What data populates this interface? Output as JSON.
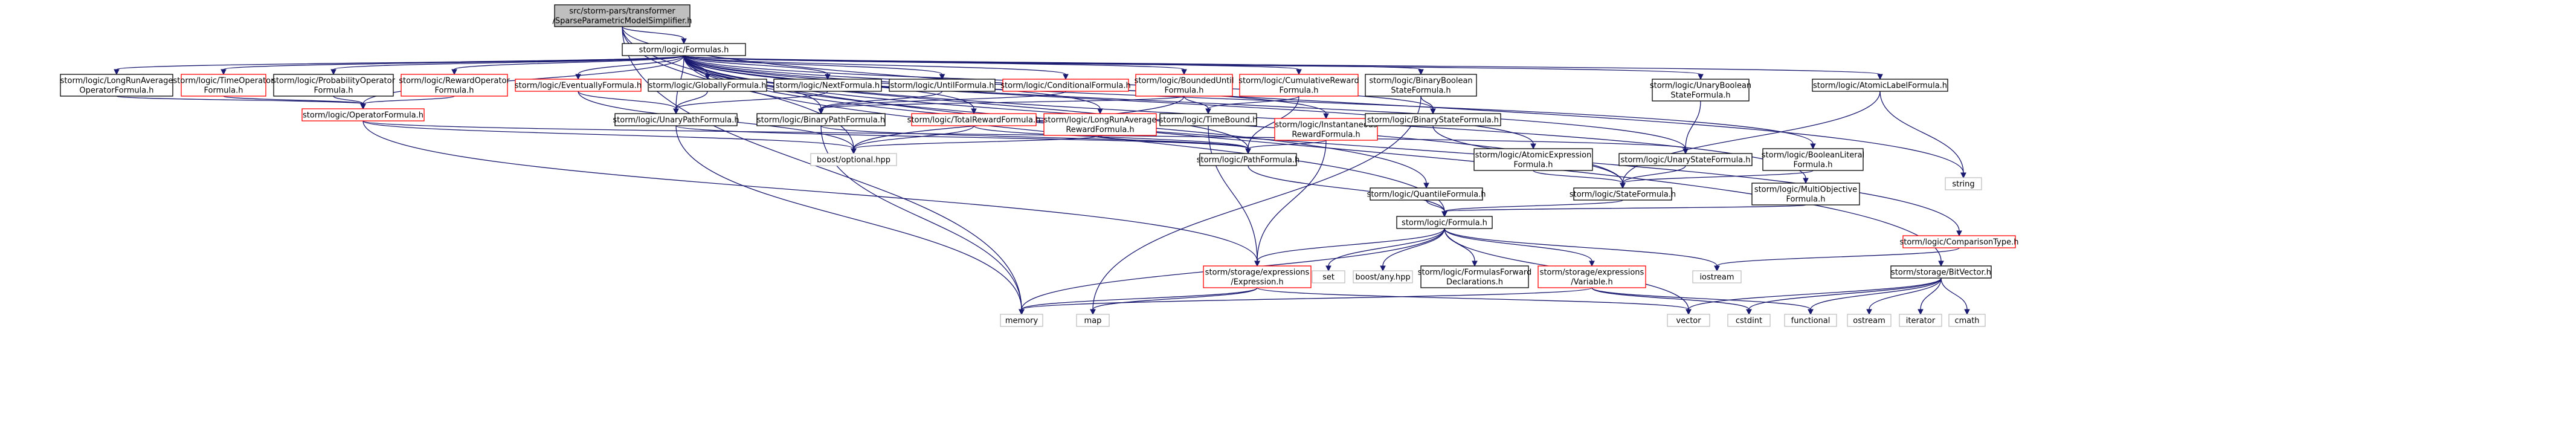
{
  "colors": {
    "root_fill": "#bfbfbf",
    "node_stroke_default": "#000000",
    "node_stroke_truncated": "#ff0000",
    "node_stroke_external": "#bfbfbf",
    "edge": "#191970"
  },
  "nodes": [
    {
      "id": "root",
      "label": [
        "src/storm-pars/transformer",
        "/SparseParametricModelSimplifier.h"
      ],
      "kind": "root"
    },
    {
      "id": "formulas",
      "label": [
        "storm/logic/Formulas.h"
      ],
      "kind": "normal"
    },
    {
      "id": "lra_op",
      "label": [
        "storm/logic/LongRunAverage",
        "OperatorFormula.h"
      ],
      "kind": "normal"
    },
    {
      "id": "time_op",
      "label": [
        "storm/logic/TimeOperator",
        "Formula.h"
      ],
      "kind": "truncated"
    },
    {
      "id": "prob_op",
      "label": [
        "storm/logic/ProbabilityOperator",
        "Formula.h"
      ],
      "kind": "normal"
    },
    {
      "id": "reward_op",
      "label": [
        "storm/logic/RewardOperator",
        "Formula.h"
      ],
      "kind": "truncated"
    },
    {
      "id": "eventually",
      "label": [
        "storm/logic/EventuallyFormula.h"
      ],
      "kind": "truncated"
    },
    {
      "id": "globally",
      "label": [
        "storm/logic/GloballyFormula.h"
      ],
      "kind": "normal"
    },
    {
      "id": "next",
      "label": [
        "storm/logic/NextFormula.h"
      ],
      "kind": "normal"
    },
    {
      "id": "until",
      "label": [
        "storm/logic/UntilFormula.h"
      ],
      "kind": "normal"
    },
    {
      "id": "conditional",
      "label": [
        "storm/logic/ConditionalFormula.h"
      ],
      "kind": "truncated"
    },
    {
      "id": "bounded_until",
      "label": [
        "storm/logic/BoundedUntil",
        "Formula.h"
      ],
      "kind": "truncated"
    },
    {
      "id": "cumulative",
      "label": [
        "storm/logic/CumulativeReward",
        "Formula.h"
      ],
      "kind": "truncated"
    },
    {
      "id": "binbool",
      "label": [
        "storm/logic/BinaryBoolean",
        "StateFormula.h"
      ],
      "kind": "normal"
    },
    {
      "id": "unbool",
      "label": [
        "storm/logic/UnaryBoolean",
        "StateFormula.h"
      ],
      "kind": "normal"
    },
    {
      "id": "atomic_label",
      "label": [
        "storm/logic/AtomicLabelFormula.h"
      ],
      "kind": "normal"
    },
    {
      "id": "operator",
      "label": [
        "storm/logic/OperatorFormula.h"
      ],
      "kind": "truncated"
    },
    {
      "id": "unary_path",
      "label": [
        "storm/logic/UnaryPathFormula.h"
      ],
      "kind": "normal"
    },
    {
      "id": "binary_path",
      "label": [
        "storm/logic/BinaryPathFormula.h"
      ],
      "kind": "normal"
    },
    {
      "id": "total_reward",
      "label": [
        "storm/logic/TotalRewardFormula.h"
      ],
      "kind": "truncated"
    },
    {
      "id": "lra_reward",
      "label": [
        "storm/logic/LongRunAverage",
        "RewardFormula.h"
      ],
      "kind": "truncated"
    },
    {
      "id": "timebound",
      "label": [
        "storm/logic/TimeBound.h"
      ],
      "kind": "normal"
    },
    {
      "id": "instantaneous",
      "label": [
        "storm/logic/Instantaneous",
        "RewardFormula.h"
      ],
      "kind": "truncated"
    },
    {
      "id": "binary_state",
      "label": [
        "storm/logic/BinaryStateFormula.h"
      ],
      "kind": "normal"
    },
    {
      "id": "optional",
      "label": [
        "boost/optional.hpp"
      ],
      "kind": "external"
    },
    {
      "id": "path",
      "label": [
        "storm/logic/PathFormula.h"
      ],
      "kind": "normal"
    },
    {
      "id": "atomic_expr",
      "label": [
        "storm/logic/AtomicExpression",
        "Formula.h"
      ],
      "kind": "normal"
    },
    {
      "id": "unary_state",
      "label": [
        "storm/logic/UnaryStateFormula.h"
      ],
      "kind": "normal"
    },
    {
      "id": "boolean_literal",
      "label": [
        "storm/logic/BooleanLiteral",
        "Formula.h"
      ],
      "kind": "normal"
    },
    {
      "id": "quantile",
      "label": [
        "storm/logic/QuantileFormula.h"
      ],
      "kind": "normal"
    },
    {
      "id": "state",
      "label": [
        "storm/logic/StateFormula.h"
      ],
      "kind": "normal"
    },
    {
      "id": "multiobjective",
      "label": [
        "storm/logic/MultiObjective",
        "Formula.h"
      ],
      "kind": "normal"
    },
    {
      "id": "string",
      "label": [
        "string"
      ],
      "kind": "external"
    },
    {
      "id": "formula",
      "label": [
        "storm/logic/Formula.h"
      ],
      "kind": "normal"
    },
    {
      "id": "comparison",
      "label": [
        "storm/logic/ComparisonType.h"
      ],
      "kind": "truncated"
    },
    {
      "id": "expression",
      "label": [
        "storm/storage/expressions",
        "/Expression.h"
      ],
      "kind": "truncated"
    },
    {
      "id": "set",
      "label": [
        "set"
      ],
      "kind": "external"
    },
    {
      "id": "boost_any",
      "label": [
        "boost/any.hpp"
      ],
      "kind": "external"
    },
    {
      "id": "fwd_decl",
      "label": [
        "storm/logic/FormulasForward",
        "Declarations.h"
      ],
      "kind": "normal"
    },
    {
      "id": "variable",
      "label": [
        "storm/storage/expressions",
        "/Variable.h"
      ],
      "kind": "truncated"
    },
    {
      "id": "iostream",
      "label": [
        "iostream"
      ],
      "kind": "external"
    },
    {
      "id": "bitvector",
      "label": [
        "storm/storage/BitVector.h"
      ],
      "kind": "normal"
    },
    {
      "id": "memory",
      "label": [
        "memory"
      ],
      "kind": "external"
    },
    {
      "id": "map",
      "label": [
        "map"
      ],
      "kind": "external"
    },
    {
      "id": "vector",
      "label": [
        "vector"
      ],
      "kind": "external"
    },
    {
      "id": "cstdint",
      "label": [
        "cstdint"
      ],
      "kind": "external"
    },
    {
      "id": "functional",
      "label": [
        "functional"
      ],
      "kind": "external"
    },
    {
      "id": "ostream",
      "label": [
        "ostream"
      ],
      "kind": "external"
    },
    {
      "id": "iterator",
      "label": [
        "iterator"
      ],
      "kind": "external"
    },
    {
      "id": "cmath",
      "label": [
        "cmath"
      ],
      "kind": "external"
    }
  ],
  "edges": [
    [
      "root",
      "formulas"
    ],
    [
      "root",
      "optional"
    ],
    [
      "root",
      "string"
    ],
    [
      "root",
      "bitvector"
    ],
    [
      "root",
      "memory"
    ],
    [
      "formulas",
      "lra_op"
    ],
    [
      "formulas",
      "time_op"
    ],
    [
      "formulas",
      "prob_op"
    ],
    [
      "formulas",
      "reward_op"
    ],
    [
      "formulas",
      "eventually"
    ],
    [
      "formulas",
      "globally"
    ],
    [
      "formulas",
      "next"
    ],
    [
      "formulas",
      "until"
    ],
    [
      "formulas",
      "conditional"
    ],
    [
      "formulas",
      "bounded_until"
    ],
    [
      "formulas",
      "cumulative"
    ],
    [
      "formulas",
      "binbool"
    ],
    [
      "formulas",
      "unbool"
    ],
    [
      "formulas",
      "atomic_label"
    ],
    [
      "formulas",
      "operator"
    ],
    [
      "formulas",
      "unary_path"
    ],
    [
      "formulas",
      "binary_path"
    ],
    [
      "formulas",
      "total_reward"
    ],
    [
      "formulas",
      "lra_reward"
    ],
    [
      "formulas",
      "instantaneous"
    ],
    [
      "formulas",
      "binary_state"
    ],
    [
      "formulas",
      "path"
    ],
    [
      "formulas",
      "atomic_expr"
    ],
    [
      "formulas",
      "unary_state"
    ],
    [
      "formulas",
      "boolean_literal"
    ],
    [
      "formulas",
      "quantile"
    ],
    [
      "formulas",
      "state"
    ],
    [
      "formulas",
      "multiobjective"
    ],
    [
      "formulas",
      "formula"
    ],
    [
      "formulas",
      "comparison"
    ],
    [
      "lra_op",
      "operator"
    ],
    [
      "time_op",
      "operator"
    ],
    [
      "prob_op",
      "operator"
    ],
    [
      "reward_op",
      "operator"
    ],
    [
      "operator",
      "optional"
    ],
    [
      "operator",
      "unary_state"
    ],
    [
      "operator",
      "expression"
    ],
    [
      "eventually",
      "unary_path"
    ],
    [
      "eventually",
      "optional"
    ],
    [
      "globally",
      "unary_path"
    ],
    [
      "next",
      "unary_path"
    ],
    [
      "unary_path",
      "path"
    ],
    [
      "unary_path",
      "memory"
    ],
    [
      "until",
      "binary_path"
    ],
    [
      "conditional",
      "binary_path"
    ],
    [
      "bounded_until",
      "binary_path"
    ],
    [
      "bounded_until",
      "timebound"
    ],
    [
      "bounded_until",
      "optional"
    ],
    [
      "binary_path",
      "path"
    ],
    [
      "binary_path",
      "memory"
    ],
    [
      "cumulative",
      "path"
    ],
    [
      "cumulative",
      "timebound"
    ],
    [
      "total_reward",
      "path"
    ],
    [
      "total_reward",
      "optional"
    ],
    [
      "lra_reward",
      "path"
    ],
    [
      "lra_reward",
      "optional"
    ],
    [
      "timebound",
      "expression"
    ],
    [
      "instantaneous",
      "path"
    ],
    [
      "instantaneous",
      "expression"
    ],
    [
      "binbool",
      "binary_state"
    ],
    [
      "binbool",
      "map"
    ],
    [
      "binary_state",
      "state"
    ],
    [
      "unbool",
      "unary_state"
    ],
    [
      "unary_state",
      "state"
    ],
    [
      "atomic_label",
      "string"
    ],
    [
      "atomic_label",
      "state"
    ],
    [
      "atomic_expr",
      "state"
    ],
    [
      "boolean_literal",
      "state"
    ],
    [
      "path",
      "formula"
    ],
    [
      "state",
      "formula"
    ],
    [
      "quantile",
      "formula"
    ],
    [
      "multiobjective",
      "formula"
    ],
    [
      "comparison",
      "iostream"
    ],
    [
      "formula",
      "expression"
    ],
    [
      "formula",
      "set"
    ],
    [
      "formula",
      "boost_any"
    ],
    [
      "formula",
      "fwd_decl"
    ],
    [
      "formula",
      "variable"
    ],
    [
      "formula",
      "iostream"
    ],
    [
      "formula",
      "memory"
    ],
    [
      "formula",
      "vector"
    ],
    [
      "expression",
      "memory"
    ],
    [
      "expression",
      "map"
    ],
    [
      "expression",
      "vector"
    ],
    [
      "variable",
      "memory"
    ],
    [
      "variable",
      "cstdint"
    ],
    [
      "variable",
      "functional"
    ],
    [
      "bitvector",
      "cstdint"
    ],
    [
      "bitvector",
      "ostream"
    ],
    [
      "bitvector",
      "vector"
    ],
    [
      "bitvector",
      "iterator"
    ],
    [
      "bitvector",
      "functional"
    ],
    [
      "bitvector",
      "cmath"
    ]
  ]
}
